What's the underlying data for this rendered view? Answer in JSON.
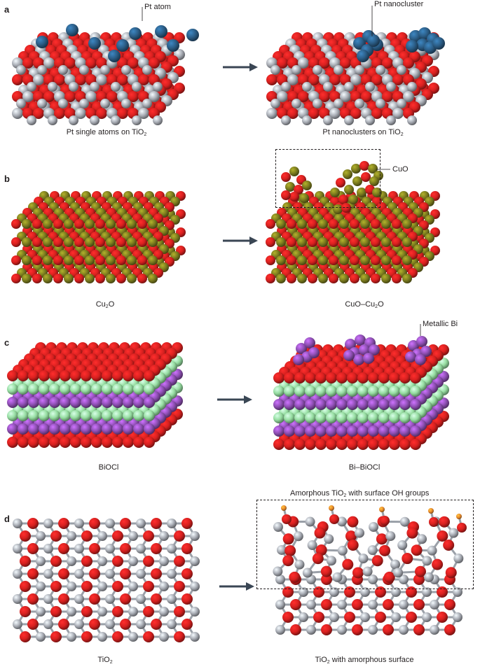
{
  "colors": {
    "oxygen": "#d7201f",
    "titanium": "#a9adb5",
    "platinum": "#2b5d86",
    "copper": "#7b7b1e",
    "bismuth": "#8e4fb3",
    "chlorine": "#95dca0",
    "hydrogen": "#e98a2c",
    "arrow": "#3a4654"
  },
  "panels": {
    "a": {
      "letter": "a",
      "left_caption": "Pt single atoms on TiO",
      "left_caption_sub": "2",
      "right_caption": "Pt nanoclusters on TiO",
      "right_caption_sub": "2",
      "left_callout": "Pt atom",
      "right_callout": "Pt nanocluster"
    },
    "b": {
      "letter": "b",
      "left_caption_pre": "Cu",
      "left_caption_sub": "2",
      "left_caption_post": "O",
      "right_caption_pre": "CuO–Cu",
      "right_caption_sub": "2",
      "right_caption_post": "O",
      "callout": "CuO"
    },
    "c": {
      "letter": "c",
      "left_caption": "BiOCl",
      "right_caption": "Bi–BiOCl",
      "callout": "Metallic Bi"
    },
    "d": {
      "letter": "d",
      "left_caption_pre": "TiO",
      "left_caption_sub": "2",
      "right_caption_pre": "TiO",
      "right_caption_sub": "2",
      "right_caption_post": " with amorphous surface",
      "box_label_pre": "Amorphous TiO",
      "box_label_sub": "2",
      "box_label_post": " with surface OH groups"
    }
  }
}
